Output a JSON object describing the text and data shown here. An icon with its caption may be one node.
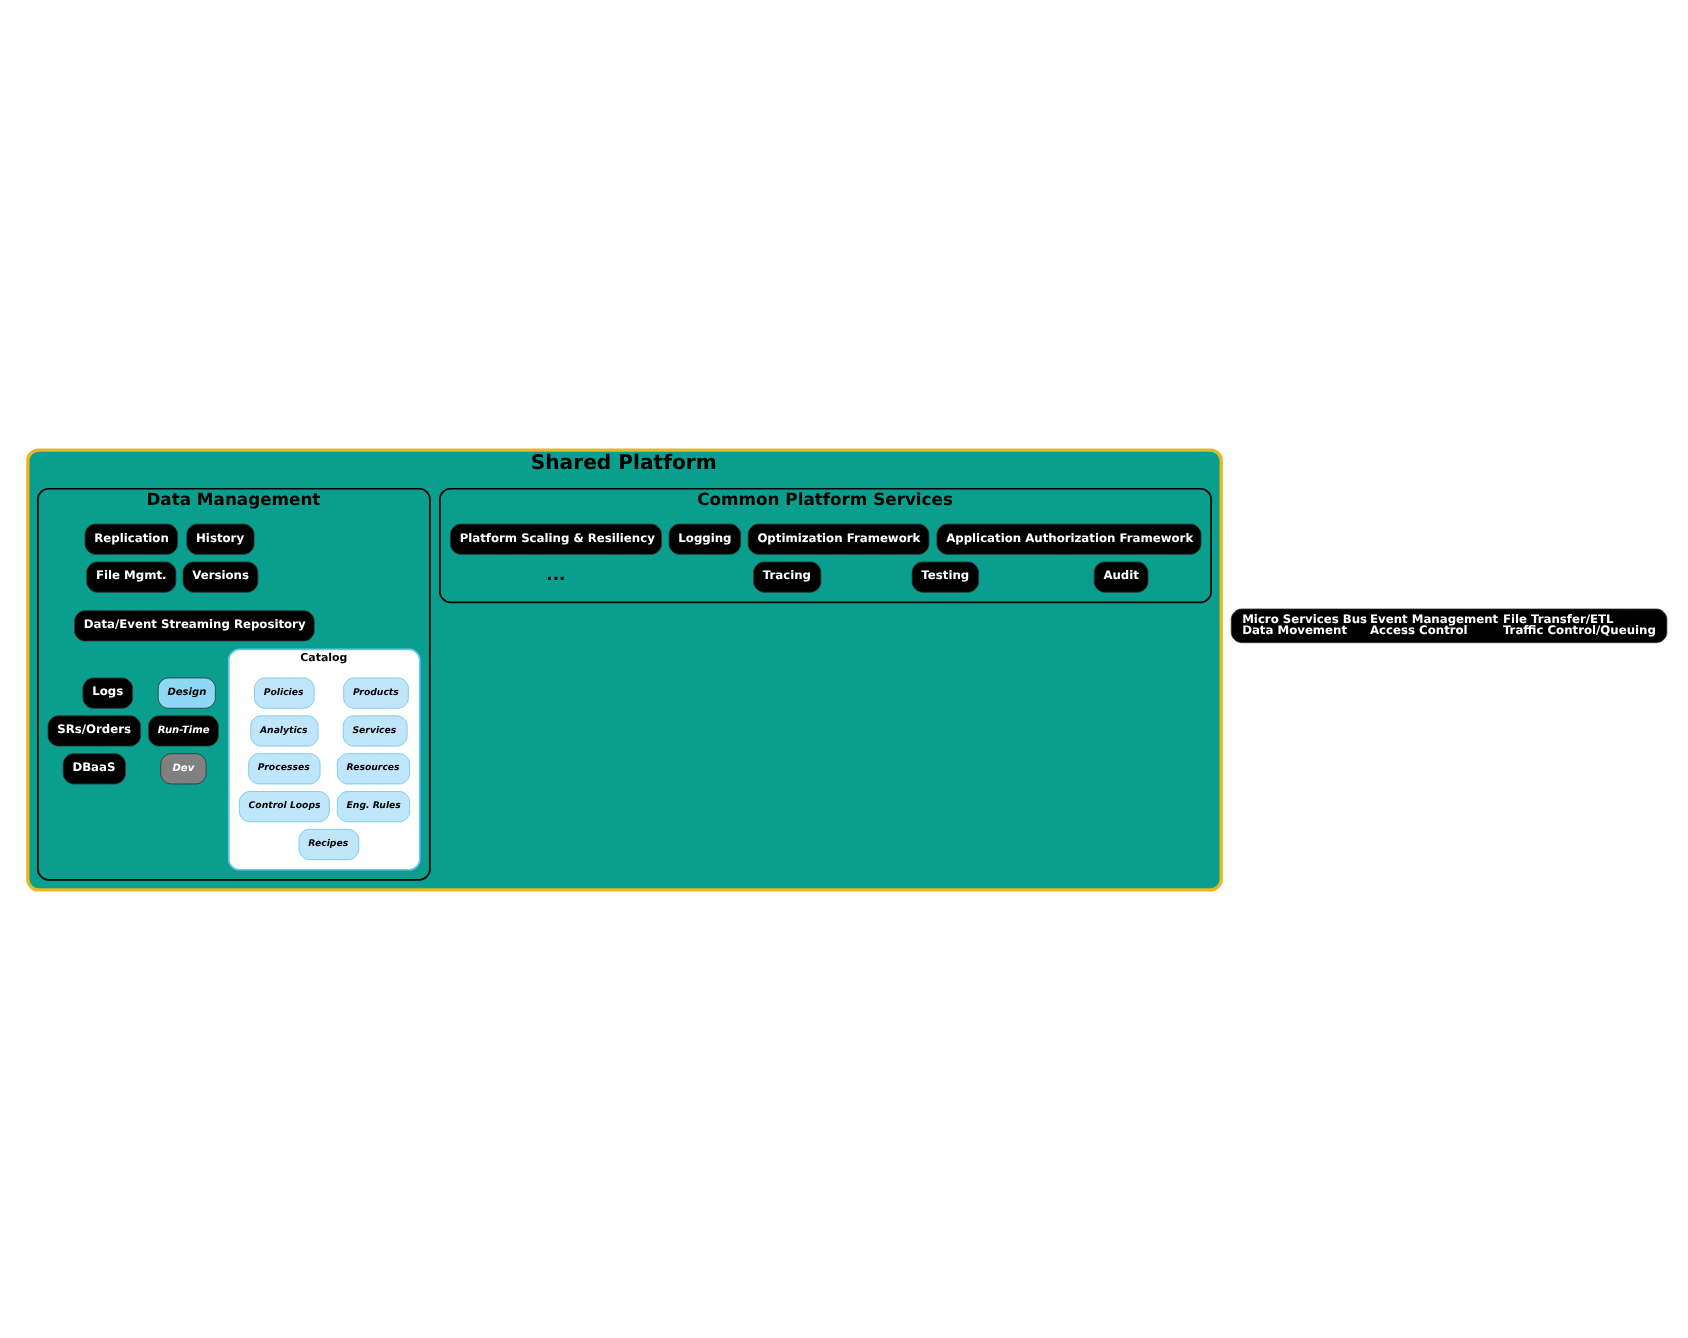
{
  "diagram": {
    "nodes": [
      {
        "text": [
          "Shared Platform"
        ]
      },
      {
        "text": [
          "Common Platform Services"
        ],
        "in": 0
      },
      {
        "text": [
          "Application Authorization Framework"
        ],
        "in": 1
      },
      {
        "text": [
          "Optimization Framework"
        ],
        "in": 1
      },
      {
        "text": [
          "Logging"
        ],
        "in": 1
      },
      {
        "text": [
          "Platform Scaling & Resiliency"
        ],
        "in": 1
      },
      {
        "text": [
          "Audit"
        ],
        "in": 1
      },
      {
        "text": [
          "Testing"
        ],
        "in": 1
      },
      {
        "text": [
          "Tracing"
        ],
        "in": 1
      },
      {
        "text": [
          "Micro Services Bus",
          "Data Movement",
          "Event Management",
          "Access Control",
          "File Transfer/ETL",
          "Traffic Control/Queuing"
        ]
      },
      {
        "text": [
          "Data Management"
        ],
        "in": 0
      },
      {
        "text": [
          "Catalog"
        ],
        "in": 10
      },
      {
        "text": [
          "Products"
        ],
        "in": 11
      },
      {
        "text": [
          "Policies"
        ],
        "in": 11
      },
      {
        "text": [
          "Services"
        ],
        "in": 11
      },
      {
        "text": [
          "Analytics"
        ],
        "in": 11
      },
      {
        "text": [
          "Resources"
        ],
        "in": 11
      },
      {
        "text": [
          "Processes"
        ],
        "in": 11
      },
      {
        "text": [
          "Eng. Rules"
        ],
        "in": 11
      },
      {
        "text": [
          "Control Loops"
        ],
        "in": 11
      },
      {
        "text": [
          "Recipes"
        ],
        "in": 11
      },
      {
        "text": [
          "Design"
        ],
        "in": 10
      },
      {
        "text": [
          "Run-Time"
        ],
        "in": 10
      },
      {
        "text": [
          "Dev"
        ],
        "in": 10
      },
      {
        "text": [
          "Logs"
        ],
        "in": 10
      },
      {
        "text": [
          "History"
        ],
        "in": 10
      },
      {
        "text": [
          "Replication"
        ],
        "in": 10
      },
      {
        "text": [
          "SRs/Orders"
        ],
        "in": 10
      },
      {
        "text": [
          "Versions"
        ],
        "in": 10
      },
      {
        "text": [
          "File Mgmt."
        ],
        "in": 10
      },
      {
        "text": [
          "DBaaS"
        ],
        "in": 10
      },
      {
        "text": [
          "Data/Event Streaming Repository"
        ],
        "in": 10
      }
    ],
    "labels": [
      "..."
    ]
  }
}
